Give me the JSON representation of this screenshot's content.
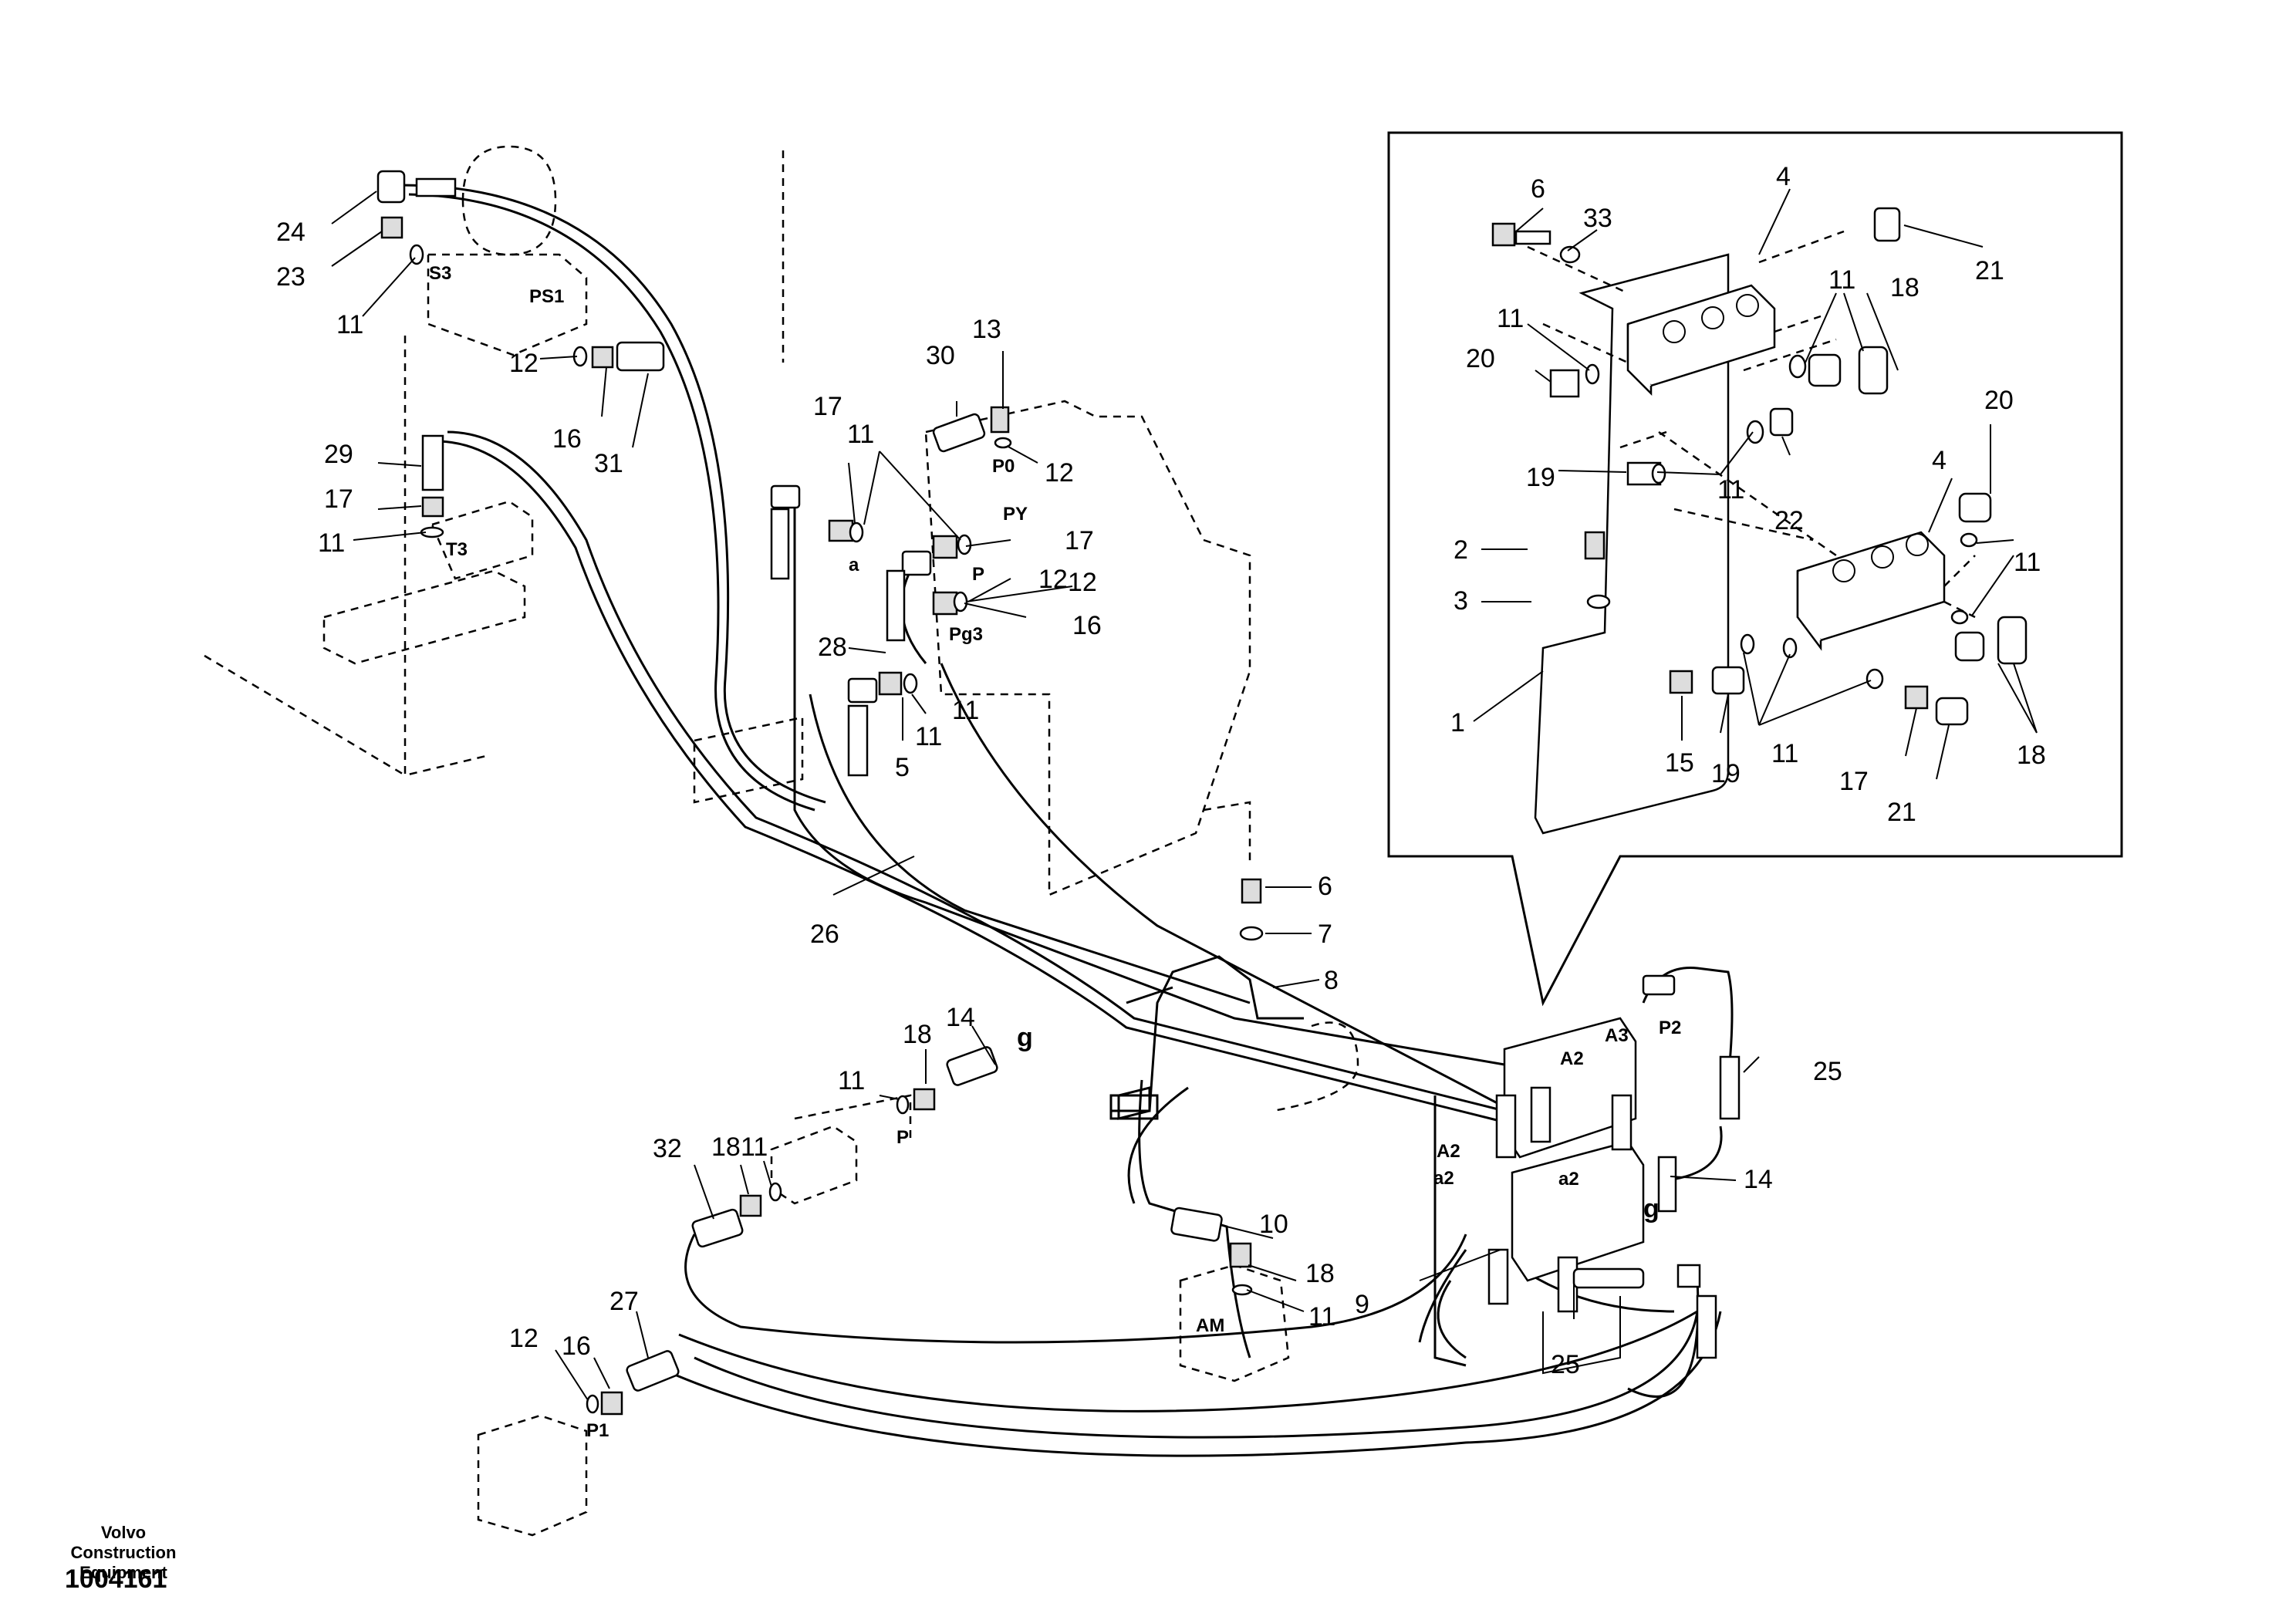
{
  "footer": {
    "brand_line1": "Volvo Construction",
    "brand_line2": "Equipment",
    "document_number": "1004161"
  },
  "part_labels": {
    "main": [
      "24",
      "23",
      "11",
      "12",
      "16",
      "31",
      "29",
      "17",
      "11",
      "30",
      "13",
      "17",
      "11",
      "12",
      "12",
      "17",
      "11",
      "12",
      "16",
      "28",
      "5",
      "11",
      "26",
      "6",
      "7",
      "8",
      "14",
      "18",
      "11",
      "11",
      "18",
      "32",
      "10",
      "18",
      "11",
      "12",
      "16",
      "27",
      "9",
      "25",
      "25",
      "14"
    ],
    "detail": [
      "6",
      "33",
      "4",
      "21",
      "11",
      "18",
      "11",
      "20",
      "19",
      "11",
      "22",
      "2",
      "3",
      "20",
      "4",
      "11",
      "1",
      "15",
      "19",
      "11",
      "17",
      "21",
      "18"
    ]
  },
  "port_labels": {
    "main": [
      "S3",
      "PS1",
      "T3",
      "a",
      "P0",
      "PY",
      "P",
      "Pg3",
      "P",
      "AM",
      "P1",
      "A3",
      "A2",
      "P2",
      "A2",
      "a2",
      "a2"
    ],
    "letters": [
      "g",
      "g"
    ]
  }
}
